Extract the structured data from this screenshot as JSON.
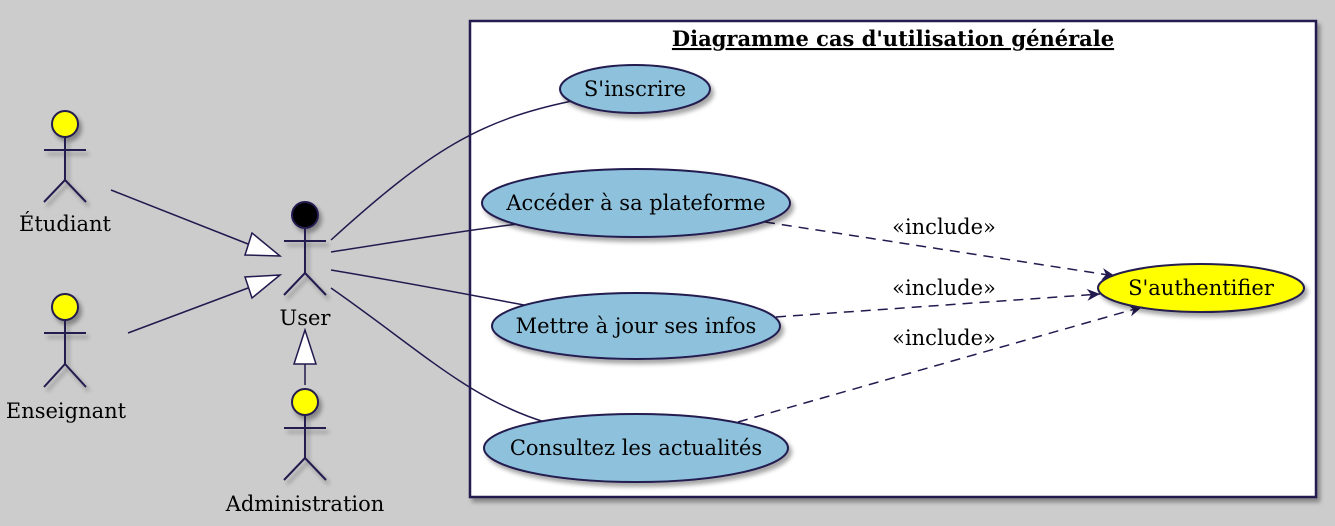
{
  "title": "Diagramme cas d'utilisation générale",
  "colors": {
    "background": "#cccccc",
    "use_case_fill": "#8ec1dc",
    "highlight_fill": "#ffff00",
    "stroke": "#221a4f",
    "actor_head": "#ffff00",
    "abstract_actor_head": "#000000"
  },
  "actors": {
    "etudiant": "Étudiant",
    "enseignant": "Enseignant",
    "user": "User",
    "administration": "Administration"
  },
  "use_cases": {
    "inscrire": "S'inscrire",
    "plateforme": "Accéder à sa plateforme",
    "mettre_a_jour": "Mettre à jour ses infos",
    "actualites": "Consultez les actualités",
    "authentifier": "S'authentifier"
  },
  "relations": {
    "include_1": "«include»",
    "include_2": "«include»",
    "include_3": "«include»"
  }
}
